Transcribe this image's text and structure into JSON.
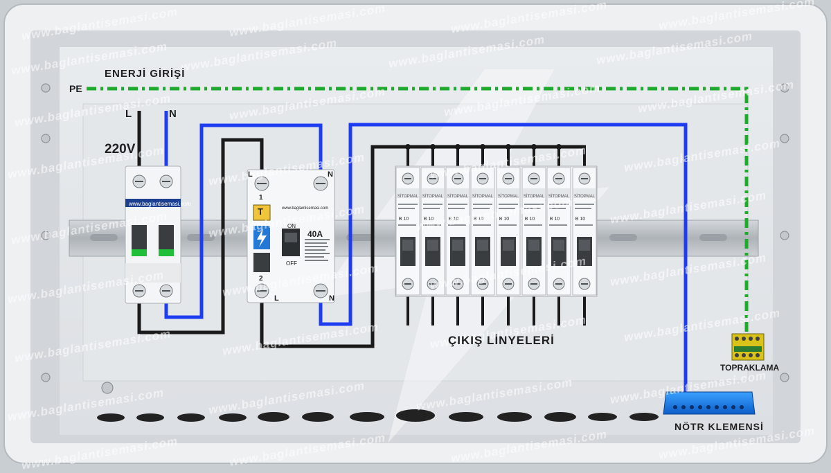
{
  "labels": {
    "energy_input": "ENERJİ GİRİŞİ",
    "pe": "PE",
    "line": "L",
    "neutral": "N",
    "voltage": "220V",
    "outputs": "ÇIKIŞ LİNYELERİ",
    "grounding": "TOPRAKLAMA",
    "neutral_terminal": "NÖTR KLEMENSİ"
  },
  "rcd": {
    "rating": "40A",
    "test_button": "T",
    "on_label": "ON",
    "off_label": "OFF",
    "terminal_top_left": "L",
    "terminal_top_right": "N",
    "terminal_bottom_left": "L",
    "terminal_bottom_right": "N",
    "pole_top": "1",
    "pole_bottom": "2",
    "brand_text": "www.baglantisemasi.com"
  },
  "main_breaker": {
    "brand_text": "www.baglantisemasi.com"
  },
  "mcb": {
    "brand": "SİTOPMAL",
    "rating": "B 10"
  },
  "watermark": "www.baglantisemasi.com",
  "colors": {
    "phase_wire": "#1a1a1a",
    "neutral_wire": "#1f3df0",
    "ground_wire": "#1eaa2a",
    "panel": "#dfe3e6",
    "din_rail": "#b9bec3"
  }
}
